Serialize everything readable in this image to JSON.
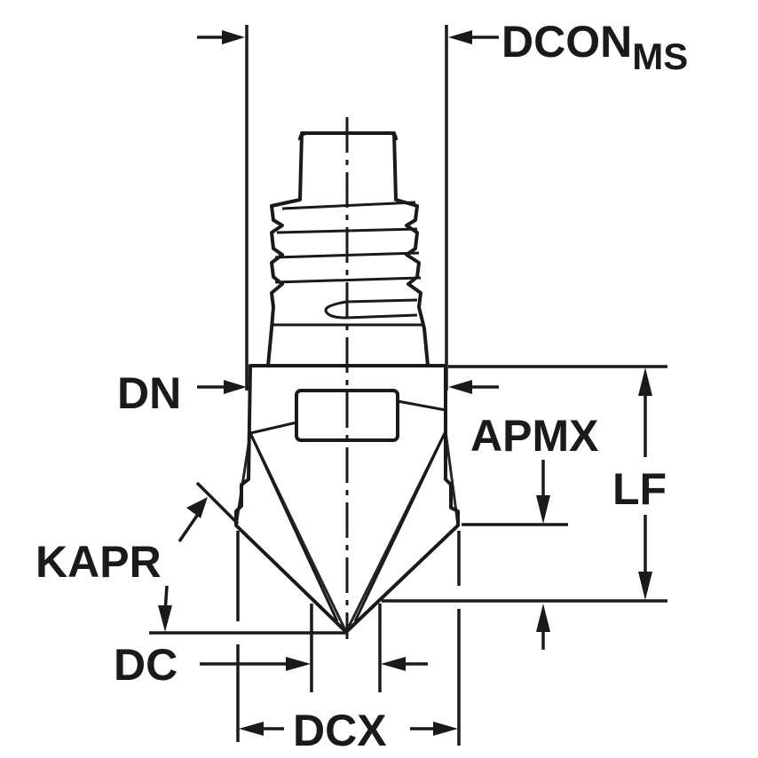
{
  "diagram": {
    "type": "technical-drawing",
    "subject": "countersink / chamfer cutting head with threaded MS coupling",
    "labels": {
      "dcon": "DCON",
      "dcon_sub": "MS",
      "dn": "DN",
      "apmx": "APMX",
      "lf": "LF",
      "kapr": "KAPR",
      "dc": "DC",
      "dcx": "DCX"
    },
    "colors": {
      "line": "#1a1a1a",
      "shank_light": "#d6dfe9",
      "shank_mid": "#a9b9c9",
      "body_light": "#a9c1d1",
      "body_mid": "#7f9db2",
      "body_dark": "#52758c",
      "insert_slot": "#7f9fb3",
      "background": "#ffffff"
    }
  }
}
